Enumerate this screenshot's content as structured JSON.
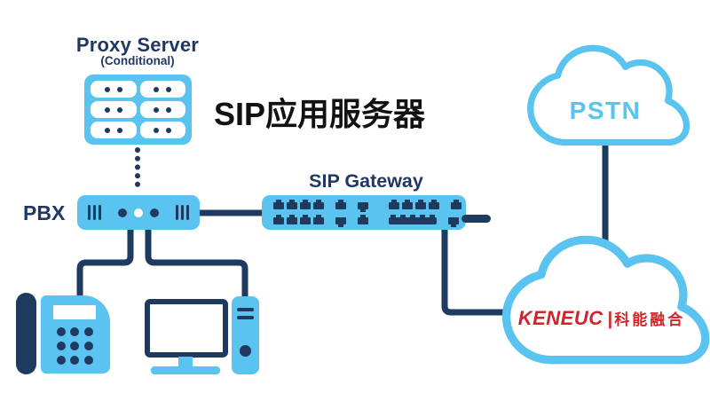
{
  "colors": {
    "light_blue": "#5BC3F0",
    "navy": "#1E3A5F",
    "text_navy": "#1F3864",
    "black": "#121212",
    "red": "#D2232A",
    "white": "#FFFFFF"
  },
  "nodes": {
    "proxy_server": {
      "title": "Proxy Server",
      "subtitle": "(Conditional)"
    },
    "sip_app_server": {
      "label": "SIP应用服务器"
    },
    "pbx": {
      "label": "PBX"
    },
    "sip_gateway": {
      "label": "SIP Gateway"
    },
    "pstn_cloud": {
      "label": "PSTN"
    },
    "keneuc_cloud": {
      "brand": "KENEUC",
      "divider": "|",
      "brand_cn": "科能融合"
    }
  }
}
